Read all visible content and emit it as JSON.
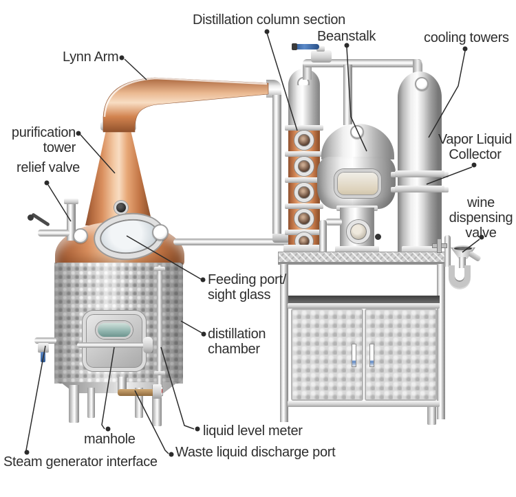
{
  "labels": {
    "distillation_column_section": "Distillation column section",
    "beanstalk": "Beanstalk",
    "cooling_towers": "cooling towers",
    "lynn_arm": "Lynn Arm",
    "purification_tower": "purification\ntower",
    "relief_valve": "relief valve",
    "vapor_liquid_collector": "Vapor Liquid\nCollector",
    "wine_dispensing_valve": "wine\ndispensing\nvalve",
    "feeding_port_sight_glass": "Feeding port/\nsight glass",
    "distillation_chamber": "distillation\nchamber",
    "manhole": "manhole",
    "steam_generator_interface": "Steam generator interface",
    "liquid_level_meter": "liquid level meter",
    "waste_liquid_discharge_port": "Waste liquid discharge port"
  },
  "colors": {
    "background": "#ffffff",
    "label_text": "#2e2e2e",
    "leader_line": "#2b2b2b",
    "copper": "#c97f52",
    "copper_highlight": "#f6d7ba",
    "stainless": "#d6d6d6",
    "valve_handle_blue": "#3e6fae"
  }
}
